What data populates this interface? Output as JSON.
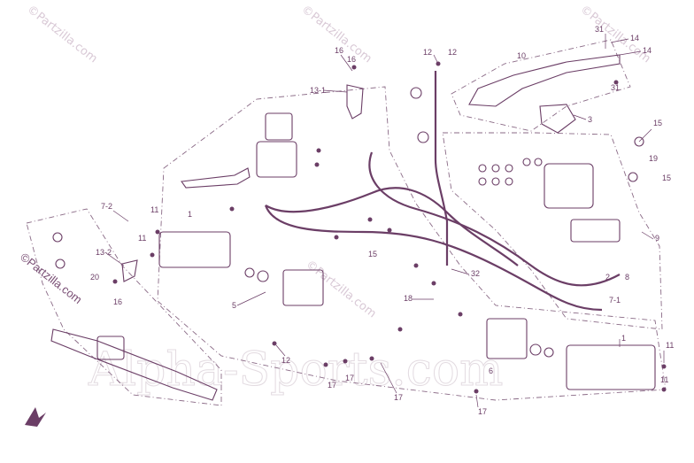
{
  "watermarks": {
    "small": [
      "©Partzilla.com",
      "©Partzilla.com",
      "©Partzilla.com",
      "©Partzilla.com"
    ],
    "left_vertical": "©Partzilla.com",
    "large": "Alpha-Sports.com"
  },
  "callouts": [
    {
      "id": "c1",
      "text": "16"
    },
    {
      "id": "c2",
      "text": "16"
    },
    {
      "id": "c3",
      "text": "13-1"
    },
    {
      "id": "c4",
      "text": "12"
    },
    {
      "id": "c5",
      "text": "12"
    },
    {
      "id": "c6",
      "text": "31"
    },
    {
      "id": "c7",
      "text": "14"
    },
    {
      "id": "c8",
      "text": "14"
    },
    {
      "id": "c9",
      "text": "31"
    },
    {
      "id": "c10",
      "text": "10"
    },
    {
      "id": "c11",
      "text": "3"
    },
    {
      "id": "c12",
      "text": "15"
    },
    {
      "id": "c13",
      "text": "19"
    },
    {
      "id": "c14",
      "text": "15"
    },
    {
      "id": "c15",
      "text": "9"
    },
    {
      "id": "c16",
      "text": "7-2"
    },
    {
      "id": "c17",
      "text": "11"
    },
    {
      "id": "c18",
      "text": "11"
    },
    {
      "id": "c19",
      "text": "1"
    },
    {
      "id": "c20",
      "text": "13-2"
    },
    {
      "id": "c21",
      "text": "20"
    },
    {
      "id": "c22",
      "text": "16"
    },
    {
      "id": "c23",
      "text": "5"
    },
    {
      "id": "c24",
      "text": "15"
    },
    {
      "id": "c25",
      "text": "32"
    },
    {
      "id": "c26",
      "text": "18"
    },
    {
      "id": "c27",
      "text": "2"
    },
    {
      "id": "c28",
      "text": "8"
    },
    {
      "id": "c29",
      "text": "7-1"
    },
    {
      "id": "c30",
      "text": "6"
    },
    {
      "id": "c31",
      "text": "1"
    },
    {
      "id": "c32",
      "text": "11"
    },
    {
      "id": "c33",
      "text": "11"
    },
    {
      "id": "c34",
      "text": "12"
    },
    {
      "id": "c35",
      "text": "17"
    },
    {
      "id": "c36",
      "text": "17"
    },
    {
      "id": "c37",
      "text": "17"
    },
    {
      "id": "c38",
      "text": "17"
    }
  ],
  "colors": {
    "line": "#6b3e66",
    "watermark": "#d9c9d6",
    "background": "#ffffff"
  }
}
